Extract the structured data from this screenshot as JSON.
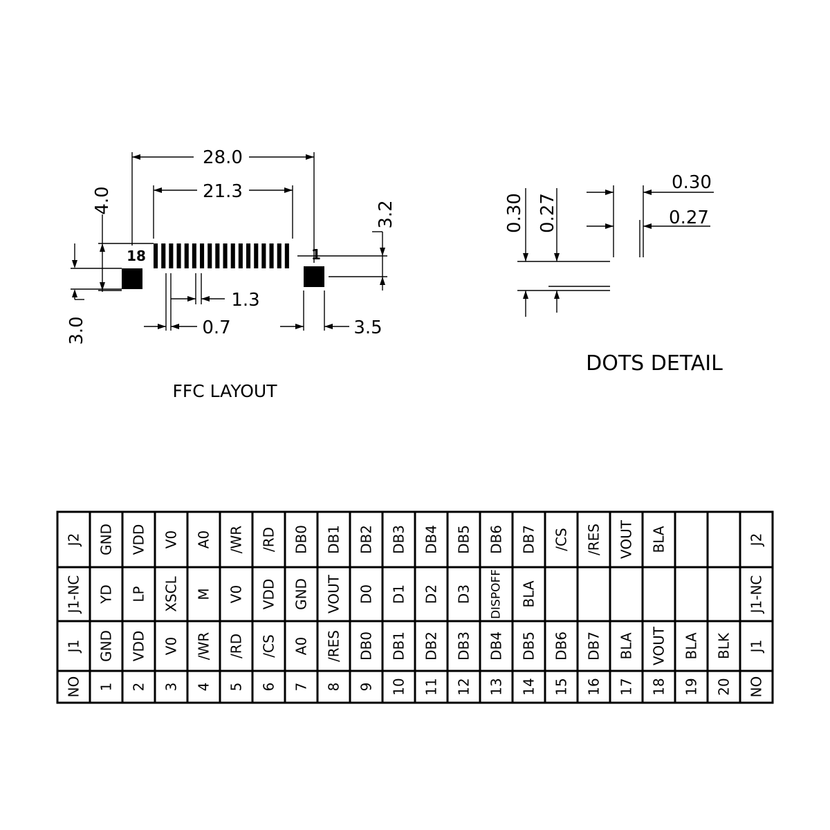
{
  "ffc": {
    "title": "FFC  LAYOUT",
    "pin_left": "18",
    "pin_right": "1",
    "pitch_count": 18,
    "dims": {
      "d28": "28.0",
      "d213": "21.3",
      "d40": "4.0",
      "d32": "3.2",
      "d30": "3.0",
      "d13": "1.3",
      "d07": "0.7",
      "d35": "3.5"
    }
  },
  "dots": {
    "title": "DOTS  DETAIL",
    "v030": "0.30",
    "v027": "0.27",
    "h030": "0.30",
    "h027": "0.27"
  },
  "table": {
    "rows": [
      {
        "name": "J2",
        "cells": [
          "J2",
          "GND",
          "VDD",
          "V0",
          "A0",
          "/WR",
          "/RD",
          "DB0",
          "DB1",
          "DB2",
          "DB3",
          "DB4",
          "DB5",
          "DB6",
          "DB7",
          "/CS",
          "/RES",
          "VOUT",
          "BLA",
          "",
          "",
          "J2"
        ]
      },
      {
        "name": "J1-NC",
        "cells": [
          "J1-NC",
          "YD",
          "LP",
          "XSCL",
          "M",
          "V0",
          "VDD",
          "GND",
          "VOUT",
          "D0",
          "D1",
          "D2",
          "D3",
          "DISPOFF",
          "BLA",
          "",
          "",
          "",
          "",
          "",
          "",
          "J1-NC"
        ]
      },
      {
        "name": "J1",
        "cells": [
          "J1",
          "GND",
          "VDD",
          "V0",
          "/WR",
          "/RD",
          "/CS",
          "A0",
          "/RES",
          "DB0",
          "DB1",
          "DB2",
          "DB3",
          "DB4",
          "DB5",
          "DB6",
          "DB7",
          "BLA",
          "VOUT",
          "BLA",
          "BLK",
          "J1"
        ]
      },
      {
        "name": "NO",
        "cells": [
          "NO",
          "1",
          "2",
          "3",
          "4",
          "5",
          "6",
          "7",
          "8",
          "9",
          "10",
          "11",
          "12",
          "13",
          "14",
          "15",
          "16",
          "17",
          "18",
          "19",
          "20",
          "NO"
        ]
      }
    ]
  }
}
